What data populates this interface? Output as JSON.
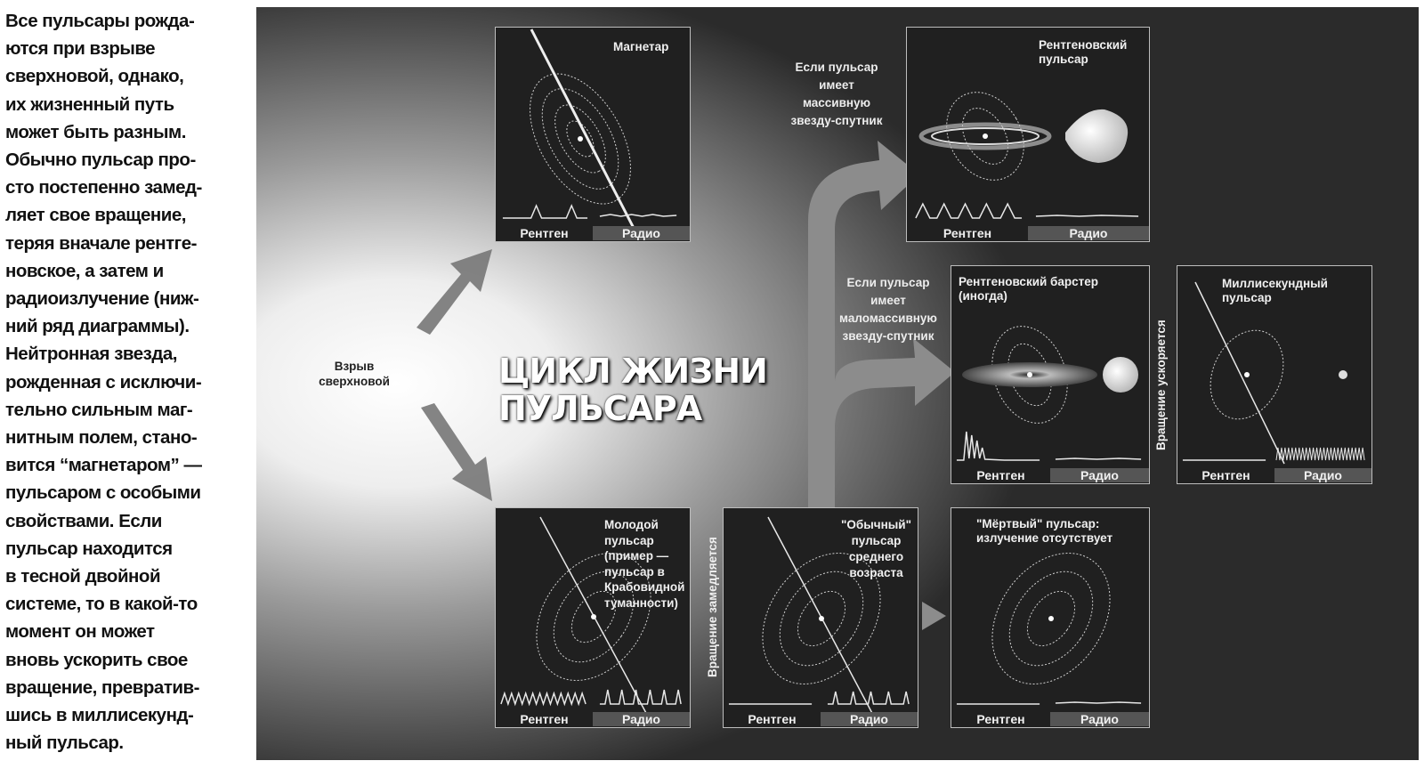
{
  "sidebar_text": "Все пульсары рожда-\nются при взрыве\nсверхновой, однако,\nих жизненный путь\nможет быть разным.\nОбычно пульсар про-\nсто постепенно замед-\nляет свое вращение,\nтеряя вначале рентге-\nновское, а затем и\nрадиоизлучение (ниж-\nний ряд диаграммы).\nНейтронная звезда,\nрожденная с исключи-\nтельно сильным маг-\nнитным полем, стано-\nвится “магнетаром” —\nпульсаром с особыми\nсвойствами. Если\nпульсар находится\nв тесной двойной\nсистеме, то в какой-то\nмомент он может\nвновь ускорить свое\nвращение, превратив-\nшись в миллисекунд-\nный пульсар.",
  "diagram": {
    "main_title": "ЦИКЛ ЖИЗНИ\nПУЛЬСАРА",
    "supernova_label": "Взрыв\nсверхновой",
    "xray_label": "Рентген",
    "radio_label": "Радио",
    "boxes": {
      "magnetar": "Магнетар",
      "xray_pulsar": "Рентгеновский\nпульсар",
      "xray_burster": "Рентгеновский барстер\n(иногда)",
      "millisecond": "Миллисекундный\nпульсар",
      "young": "Молодой\nпульсар\n(пример —\nпульсар в\nКрабовидной\nтуманности)",
      "ordinary": "\"Обычный\"\nпульсар\nсреднего\nвозраста",
      "dead": "\"Мёртвый\" пульсар:\nизлучение отсутствует"
    },
    "branch_massive": "Если пульсар\nимеет\nмассивную\nзвезду-спутник",
    "branch_lowmass": "Если пульсар\nимеет\nмаломассивную\nзвезду-спутник",
    "spin_down": "Вращение замедляется",
    "spin_up": "Вращение ускоряется"
  },
  "colors": {
    "panel_bg": "#2b2b2b",
    "box_bg": "#202020",
    "arrow": "#8a8a8a",
    "line": "#e8e8e8"
  }
}
